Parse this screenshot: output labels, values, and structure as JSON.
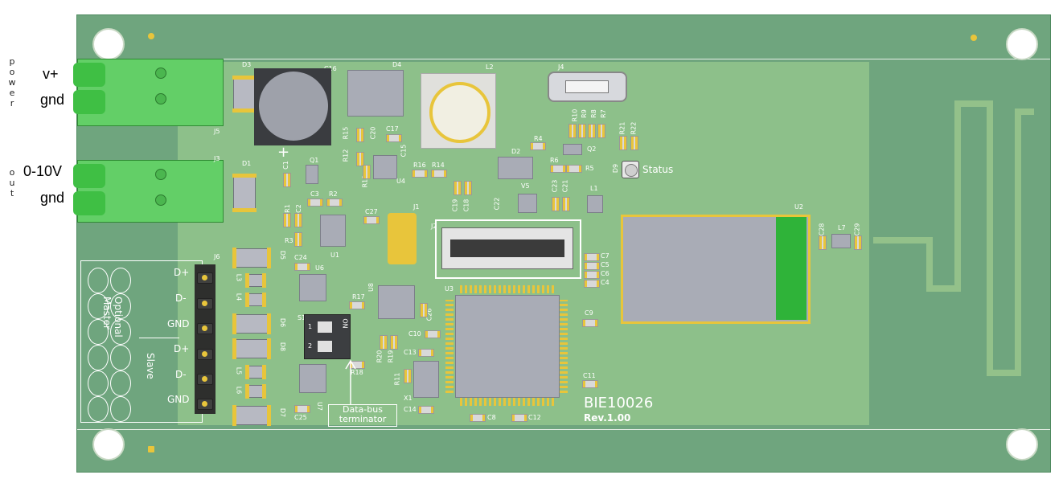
{
  "side_labels": {
    "power": [
      "p",
      "o",
      "w",
      "e",
      "r"
    ],
    "out": [
      "o",
      "u",
      "t"
    ]
  },
  "terminals": {
    "vplus": "v+",
    "gnd_power": "gnd",
    "out_0_10v": "0-10V",
    "gnd_out": "gnd"
  },
  "board": {
    "name": "BIE10026",
    "revision": "Rev.1.00",
    "status_label": "Status",
    "terminator_label": [
      "Data-bus",
      "terminator"
    ],
    "bus_block": {
      "master": [
        "Optional",
        "Master"
      ],
      "slave": "Slave",
      "pins": [
        "D+",
        "D-",
        "GND",
        "D+",
        "D-",
        "GND"
      ]
    },
    "switch": {
      "on": "ON",
      "pos1": "1",
      "pos2": "2"
    },
    "refdes": {
      "D3": "D3",
      "C16": "C16",
      "D4": "D4",
      "L2": "L2",
      "J4": "J4",
      "R10": "R10",
      "R9": "R9",
      "R8": "R8",
      "R7": "R7",
      "R21": "R21",
      "R22": "R22",
      "J5": "J5",
      "J3": "J3",
      "R15": "R15",
      "C20": "C20",
      "C17": "C17",
      "R12": "R12",
      "C15": "C15",
      "R13": "R13",
      "U4": "U4",
      "R16": "R16",
      "R14": "R14",
      "R4": "R4",
      "Q2": "Q2",
      "D2": "D2",
      "R6": "R6",
      "R5": "R5",
      "D9": "D9",
      "D1": "D1",
      "C1": "C1",
      "Q1": "Q1",
      "C3": "C3",
      "R2": "R2",
      "R1": "R1",
      "C2": "C2",
      "C27": "C27",
      "J1": "J1",
      "C19": "C19",
      "C18": "C18",
      "C22": "C22",
      "V5": "V5",
      "C23": "C23",
      "C21": "C21",
      "L1": "L1",
      "U2": "U2",
      "C28": "C28",
      "L7": "L7",
      "C29": "C29",
      "R3": "R3",
      "U1": "U1",
      "J2": "J2",
      "J6": "J6",
      "D5": "D5",
      "C24": "C24",
      "U6": "U6",
      "L3": "L3",
      "L4": "L4",
      "C7": "C7",
      "C5": "C5",
      "C6": "C6",
      "C4": "C4",
      "U8": "U8",
      "U3": "U3",
      "R17": "R17",
      "C26": "C26",
      "C9": "C9",
      "S1": "S1",
      "D6": "D6",
      "C10": "C10",
      "D8": "D8",
      "R20": "R20",
      "R19": "R19",
      "C13": "C13",
      "R18": "R18",
      "L5": "L5",
      "R11": "R11",
      "C11": "C11",
      "L6": "L6",
      "X1": "X1",
      "U7": "U7",
      "C14": "C14",
      "C8": "C8",
      "C12": "C12",
      "D7": "D7",
      "C25": "C25"
    }
  }
}
